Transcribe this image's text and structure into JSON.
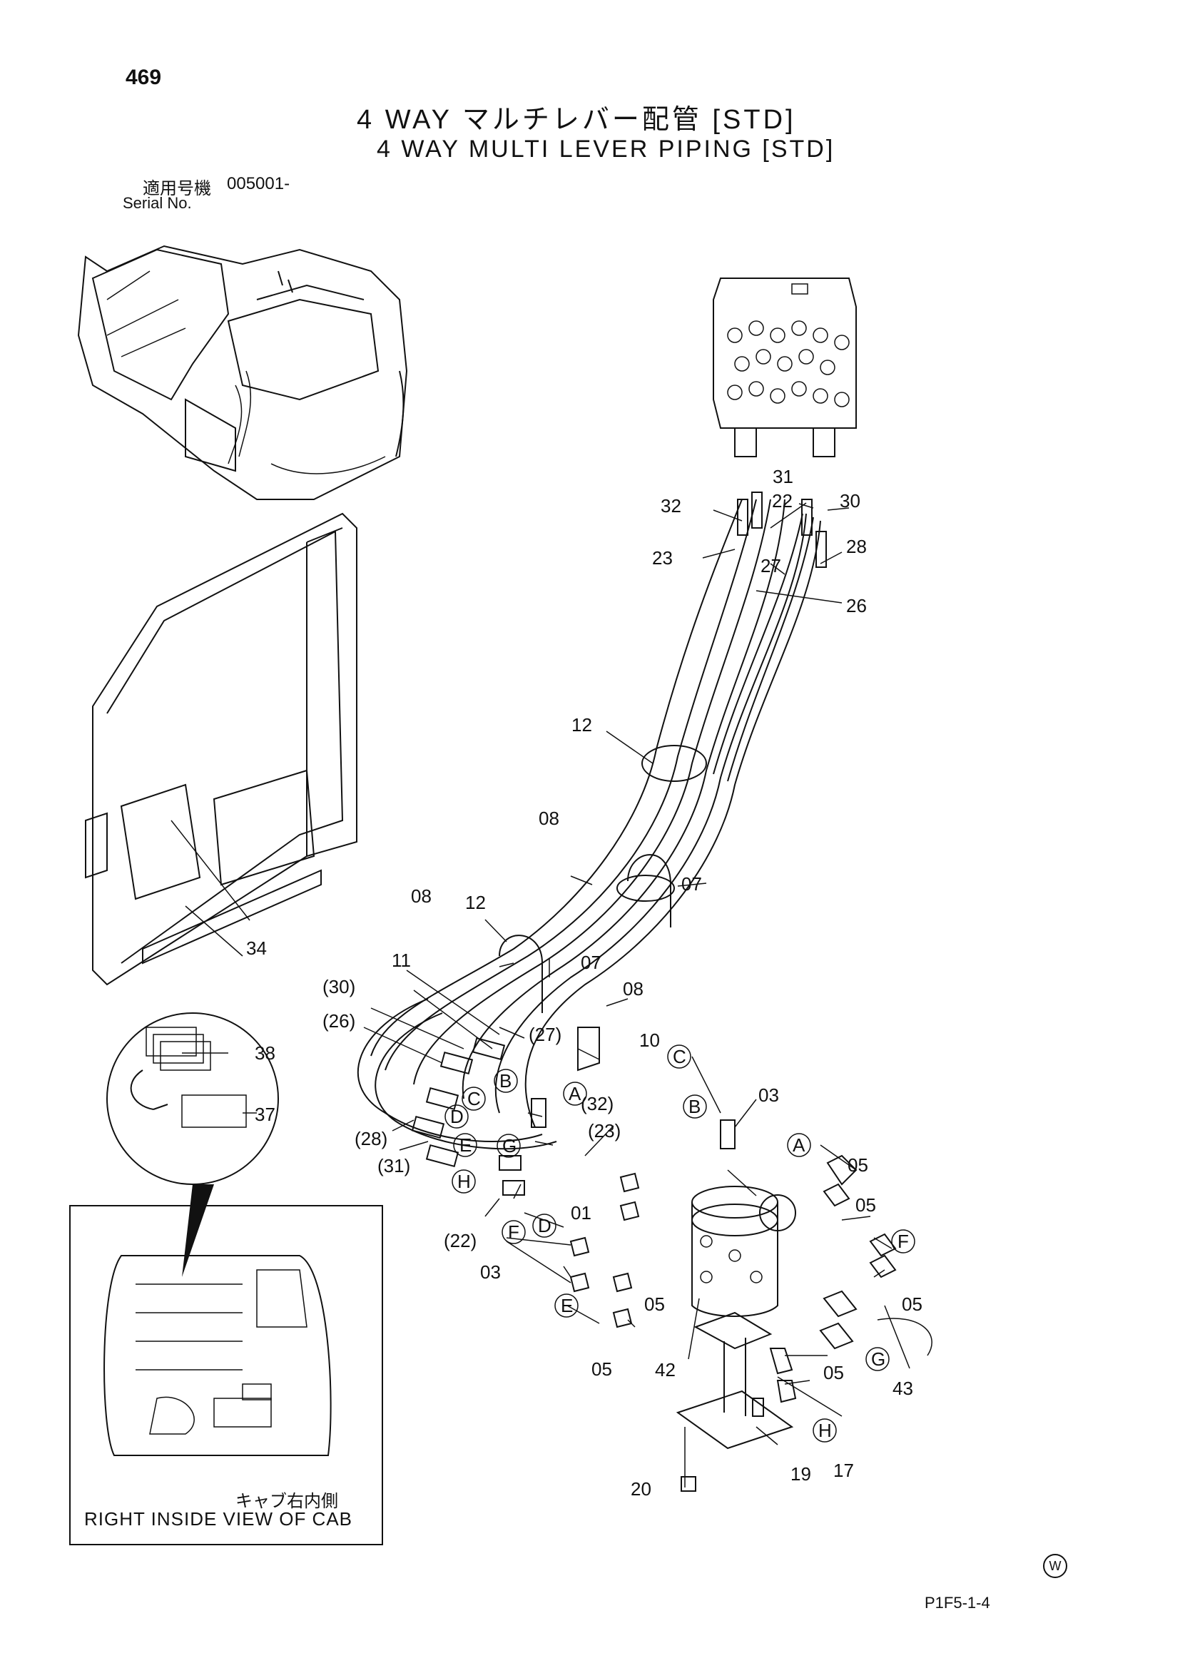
{
  "header": {
    "page_number": "469",
    "title_jp": "4 WAY マルチレバー配管 [STD]",
    "title_en": "4 WAY MULTI LEVER PIPING [STD]",
    "serial_label_jp": "適用号機",
    "serial_value": "005001-",
    "serial_label_en": "Serial No."
  },
  "inset": {
    "caption_jp": "キャブ右内側",
    "caption_en": "RIGHT INSIDE VIEW OF CAB"
  },
  "footer": {
    "mark": "W",
    "page_code": "P1F5-1-4"
  },
  "callouts": [
    "30",
    "31",
    "32",
    "22",
    "23",
    "27",
    "28",
    "26",
    "12",
    "08",
    "07",
    "08",
    "12",
    "11",
    "07",
    "08",
    "10",
    "(30)",
    "(26)",
    "(27)",
    "(28)",
    "(31)",
    "(32)",
    "(23)",
    "(22)",
    "34",
    "38",
    "37",
    "03",
    "05",
    "01",
    "05",
    "03",
    "05",
    "05",
    "05",
    "42",
    "43",
    "05",
    "17",
    "19",
    "20"
  ],
  "circle_letters": [
    "A",
    "B",
    "C",
    "D",
    "E",
    "F",
    "G",
    "H",
    "A",
    "B",
    "C",
    "D",
    "E",
    "F",
    "G",
    "H"
  ]
}
